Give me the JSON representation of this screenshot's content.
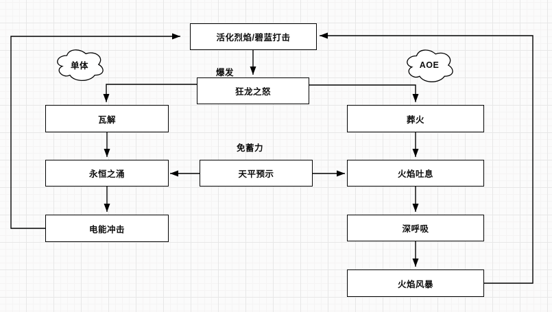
{
  "diagram": {
    "clouds": {
      "single_target": {
        "label": "单体"
      },
      "aoe": {
        "label": "AOE"
      }
    },
    "nodes": {
      "activate_strike": {
        "label": "活化烈焰/碧蓝打击"
      },
      "dragon_rage": {
        "label": "狂龙之怒"
      },
      "disintegrate": {
        "label": "瓦解"
      },
      "eternal_surge": {
        "label": "永恒之涌"
      },
      "electric_shock": {
        "label": "电能冲击"
      },
      "libra_omen": {
        "label": "天平预示"
      },
      "burial_fire": {
        "label": "葬火"
      },
      "flame_breath": {
        "label": "火焰吐息"
      },
      "deep_breath": {
        "label": "深呼吸"
      },
      "flame_storm": {
        "label": "火焰风暴"
      }
    },
    "edge_labels": {
      "burst": "爆发",
      "no_charge": "免蓄力"
    },
    "colors": {
      "stroke": "#000000",
      "node_fill": "#ffffff",
      "background": "#fbfbfb",
      "grid_line": "#e7e7e7"
    }
  }
}
